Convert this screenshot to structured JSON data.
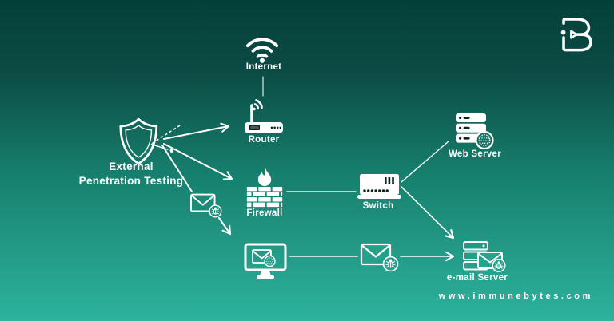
{
  "colors": {
    "background_top": "#04403a",
    "background_bottom": "#2db39e",
    "foreground": "#ffffff",
    "icon_detail_dark": "#0d211d"
  },
  "brand": {
    "logo_icon": "immunebytes-ib-monogram",
    "website": "www.immunebytes.com"
  },
  "diagram": {
    "shield": {
      "icon": "shield-scan-icon",
      "label_line1": "External",
      "label_line2": "Penetration Testing"
    },
    "nodes": {
      "internet": {
        "label": "Internet",
        "icon": "wifi-icon"
      },
      "router": {
        "label": "Router",
        "icon": "router-icon"
      },
      "firewall": {
        "label": "Firewall",
        "icon": "firewall-brick-flame-icon"
      },
      "switch": {
        "label": "Switch",
        "icon": "network-switch-icon"
      },
      "web_server": {
        "label": "Web Server",
        "icon": "server-globe-icon"
      },
      "email_server": {
        "label": "e-mail Server",
        "icon": "server-envelope-bug-icon"
      },
      "workstation": {
        "label": "",
        "icon": "monitor-email-icon"
      },
      "malicious_email_1": {
        "label": "",
        "icon": "envelope-bug-icon"
      },
      "malicious_email_2": {
        "label": "",
        "icon": "envelope-bug-icon"
      }
    },
    "edges": [
      {
        "from": "internet",
        "to": "router",
        "style": "line"
      },
      {
        "from": "shield",
        "to": "router",
        "style": "arrow"
      },
      {
        "from": "shield",
        "to": "firewall",
        "style": "arrow"
      },
      {
        "from": "shield",
        "to": "workstation",
        "style": "arrow",
        "via": "malicious_email_1"
      },
      {
        "from": "firewall",
        "to": "switch",
        "style": "line"
      },
      {
        "from": "switch",
        "to": "web_server",
        "style": "line"
      },
      {
        "from": "switch",
        "to": "email_server",
        "style": "arrow"
      },
      {
        "from": "workstation",
        "to": "email_server",
        "style": "arrow",
        "via": "malicious_email_2"
      }
    ]
  }
}
